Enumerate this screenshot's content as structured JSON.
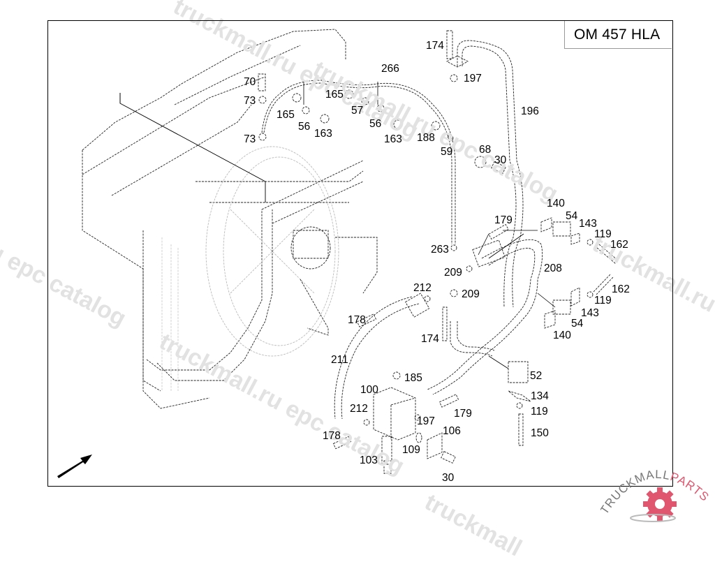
{
  "diagram": {
    "title": "OM 457 HLA",
    "orientation_arrow": "arrow-up-right-icon",
    "callouts": [
      {
        "id": "c174a",
        "text": "174"
      },
      {
        "id": "c197a",
        "text": "197"
      },
      {
        "id": "c266",
        "text": "266"
      },
      {
        "id": "c196",
        "text": "196"
      },
      {
        "id": "c70",
        "text": "70"
      },
      {
        "id": "c73a",
        "text": "73"
      },
      {
        "id": "c73b",
        "text": "73"
      },
      {
        "id": "c165a",
        "text": "165"
      },
      {
        "id": "c165b",
        "text": "165"
      },
      {
        "id": "c57",
        "text": "57"
      },
      {
        "id": "c56a",
        "text": "56"
      },
      {
        "id": "c56b",
        "text": "56"
      },
      {
        "id": "c163a",
        "text": "163"
      },
      {
        "id": "c163b",
        "text": "163"
      },
      {
        "id": "c188",
        "text": "188"
      },
      {
        "id": "c59",
        "text": "59"
      },
      {
        "id": "c68",
        "text": "68"
      },
      {
        "id": "c30a",
        "text": "30"
      },
      {
        "id": "c140a",
        "text": "140"
      },
      {
        "id": "c54a",
        "text": "54"
      },
      {
        "id": "c143a",
        "text": "143"
      },
      {
        "id": "c119a",
        "text": "119"
      },
      {
        "id": "c162a",
        "text": "162"
      },
      {
        "id": "c179a",
        "text": "179"
      },
      {
        "id": "c263",
        "text": "263"
      },
      {
        "id": "c209a",
        "text": "209"
      },
      {
        "id": "c208",
        "text": "208"
      },
      {
        "id": "c162b",
        "text": "162"
      },
      {
        "id": "c119b",
        "text": "119"
      },
      {
        "id": "c143b",
        "text": "143"
      },
      {
        "id": "c54b",
        "text": "54"
      },
      {
        "id": "c140b",
        "text": "140"
      },
      {
        "id": "c212a",
        "text": "212"
      },
      {
        "id": "c209b",
        "text": "209"
      },
      {
        "id": "c178a",
        "text": "178"
      },
      {
        "id": "c174b",
        "text": "174"
      },
      {
        "id": "c211",
        "text": "211"
      },
      {
        "id": "c52",
        "text": "52"
      },
      {
        "id": "c185",
        "text": "185"
      },
      {
        "id": "c100",
        "text": "100"
      },
      {
        "id": "c134",
        "text": "134"
      },
      {
        "id": "c119c",
        "text": "119"
      },
      {
        "id": "c179b",
        "text": "179"
      },
      {
        "id": "c212b",
        "text": "212"
      },
      {
        "id": "c197b",
        "text": "197"
      },
      {
        "id": "c106",
        "text": "106"
      },
      {
        "id": "c150",
        "text": "150"
      },
      {
        "id": "c178b",
        "text": "178"
      },
      {
        "id": "c109",
        "text": "109"
      },
      {
        "id": "c103",
        "text": "103"
      },
      {
        "id": "c30b",
        "text": "30"
      }
    ]
  },
  "watermarks": {
    "text_a": "truckmall.ru epc catalog",
    "text_b": "u epc catalog",
    "text_c": "truckmall.ru epc catalog",
    "text_d": "truckmall.ru e",
    "text_e": "truckmall.ru epc catalog",
    "text_f": "truckmall"
  },
  "logo": {
    "text_dark": "TRUCKMALL",
    "text_accent": "PARTS",
    "accent_color": "#e0566e",
    "dark_color": "#777777"
  }
}
